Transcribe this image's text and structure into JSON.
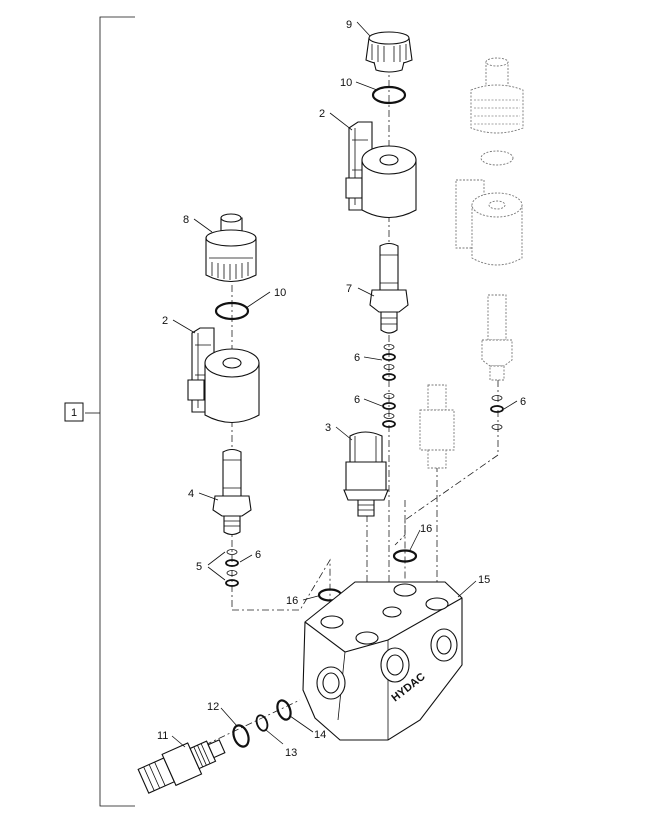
{
  "assembly_box_label": "1",
  "callouts": {
    "c2a": "2",
    "c2b": "2",
    "c3": "3",
    "c4": "4",
    "c5": "5",
    "c6a": "6",
    "c6b": "6",
    "c6c": "6",
    "c6d": "6",
    "c7": "7",
    "c8": "8",
    "c9": "9",
    "c10a": "10",
    "c10b": "10",
    "c11": "11",
    "c12": "12",
    "c13": "13",
    "c14": "14",
    "c15": "15",
    "c16a": "16",
    "c16b": "16"
  },
  "housing_marking": "HYDAC"
}
